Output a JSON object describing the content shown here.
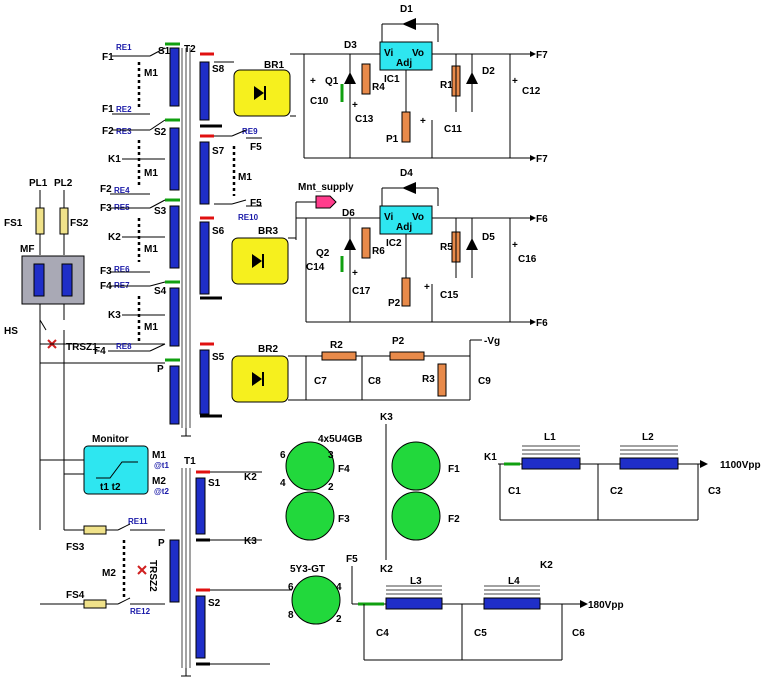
{
  "labels": {
    "PL1": "PL1",
    "PL2": "PL2",
    "FS1": "FS1",
    "FS2": "FS2",
    "MF": "MF",
    "HS": "HS",
    "TRSZ1": "TRSZ1",
    "T2": "T2",
    "S1": "S1",
    "S2": "S2",
    "S3": "S3",
    "S4": "S4",
    "P": "P",
    "S5": "S5",
    "S6": "S6",
    "S7": "S7",
    "S8": "S8",
    "RE1": "RE1",
    "RE2": "RE2",
    "RE3": "RE3",
    "RE4": "RE4",
    "RE5": "RE5",
    "RE6": "RE6",
    "RE7": "RE7",
    "RE8": "RE8",
    "RE9": "RE9",
    "RE10": "RE10",
    "RE11": "RE11",
    "RE12": "RE12",
    "F1a": "F1",
    "F1b": "F1",
    "F2a": "F2",
    "F2b": "F2",
    "F3a": "F3",
    "F3b": "F3",
    "F4a": "F4",
    "F4b": "F4",
    "K1a": "K1",
    "K2a": "K2",
    "K3a": "K3",
    "M1": "M1",
    "BR1": "BR1",
    "BR2": "BR2",
    "BR3": "BR3",
    "D1": "D1",
    "D2": "D2",
    "D3": "D3",
    "D4": "D4",
    "D5": "D5",
    "D6": "D6",
    "IC1": "IC1",
    "IC2": "IC2",
    "Vi": "Vi",
    "Vo": "Vo",
    "Adj": "Adj",
    "Q1": "Q1",
    "Q2": "Q2",
    "R1": "R1",
    "R2": "R2",
    "R3": "R3",
    "R4": "R4",
    "R5": "R5",
    "R6": "R6",
    "P1": "P1",
    "P2": "P2",
    "C1": "C1",
    "C2": "C2",
    "C3": "C3",
    "C4": "C4",
    "C5": "C5",
    "C6": "C6",
    "C7": "C7",
    "C8": "C8",
    "C9": "C9",
    "C10": "C10",
    "C11": "C11",
    "C12": "C12",
    "C13": "C13",
    "C14": "C14",
    "C15": "C15",
    "C16": "C16",
    "C17": "C17",
    "F5": "F5",
    "F6": "F6",
    "F7": "F7",
    "Vg": "-Vg",
    "Mnt_supply": "Mnt_supply",
    "Monitor": "Monitor",
    "M1o": "M1",
    "M2o": "M2",
    "at1": "@t1",
    "at2": "@t2",
    "t1t2": "t1 t2",
    "tube1": "4x5U4GB",
    "tube2": "5Y3-GT",
    "T1": "T1",
    "FS3": "FS3",
    "FS4": "FS4",
    "TRSZ2": "TRSZ2",
    "M2": "M2",
    "L1": "L1",
    "L2": "L2",
    "L3": "L3",
    "L4": "L4",
    "K1": "K1",
    "K2": "K2",
    "K3": "K3",
    "out1100": "1100Vpp",
    "out180": "180Vpp",
    "pin2": "2",
    "pin3": "3",
    "pin4": "4",
    "pin6": "6",
    "pin8": "8"
  },
  "colors": {
    "coil": "#1f2ec8",
    "resistor": "#e88a4a",
    "bridge": "#f6f01e",
    "regulator": "#2ee6f0",
    "tube": "#22d83c",
    "lead_red": "#e01010",
    "lead_green": "#10a010",
    "connector": "#ff3c8c"
  }
}
